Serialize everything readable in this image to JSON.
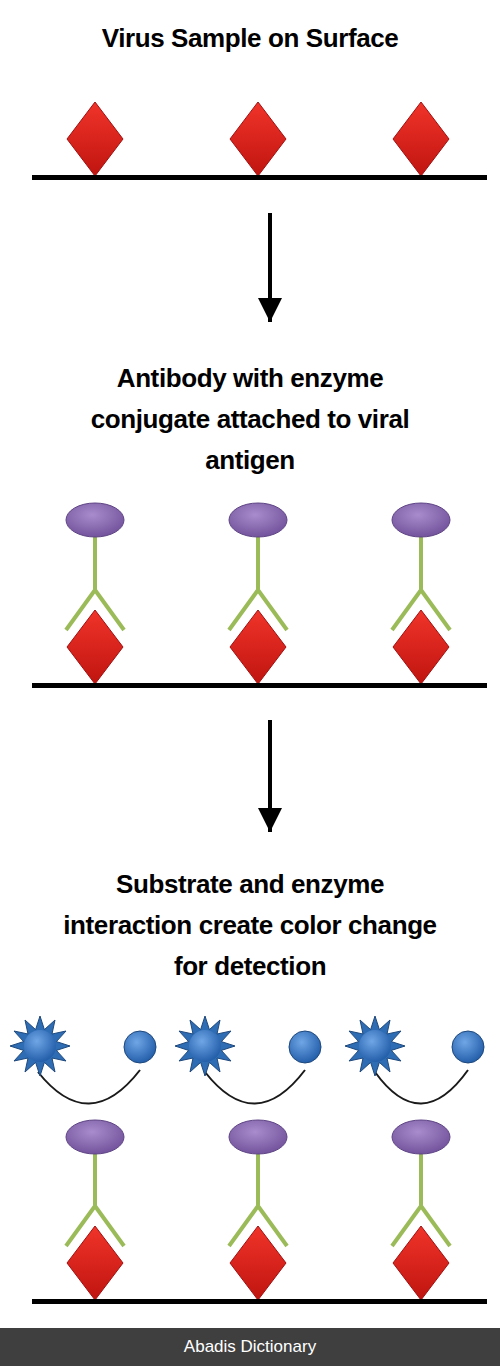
{
  "diagram": {
    "nodes": [
      {
        "text": [
          "Virus Sample on Surface"
        ]
      },
      {
        "text": [
          "Antibody with enzyme conjugate attached to viral antigen"
        ]
      },
      {
        "text": [
          "Substrate and enzyme interaction create color change for detection"
        ]
      }
    ],
    "edges": [
      {
        "from": 0,
        "to": 1,
        "arrow": "to"
      },
      {
        "from": 1,
        "to": 2,
        "arrow": "to"
      }
    ],
    "labels": [
      "Abadis Dictionary"
    ]
  }
}
